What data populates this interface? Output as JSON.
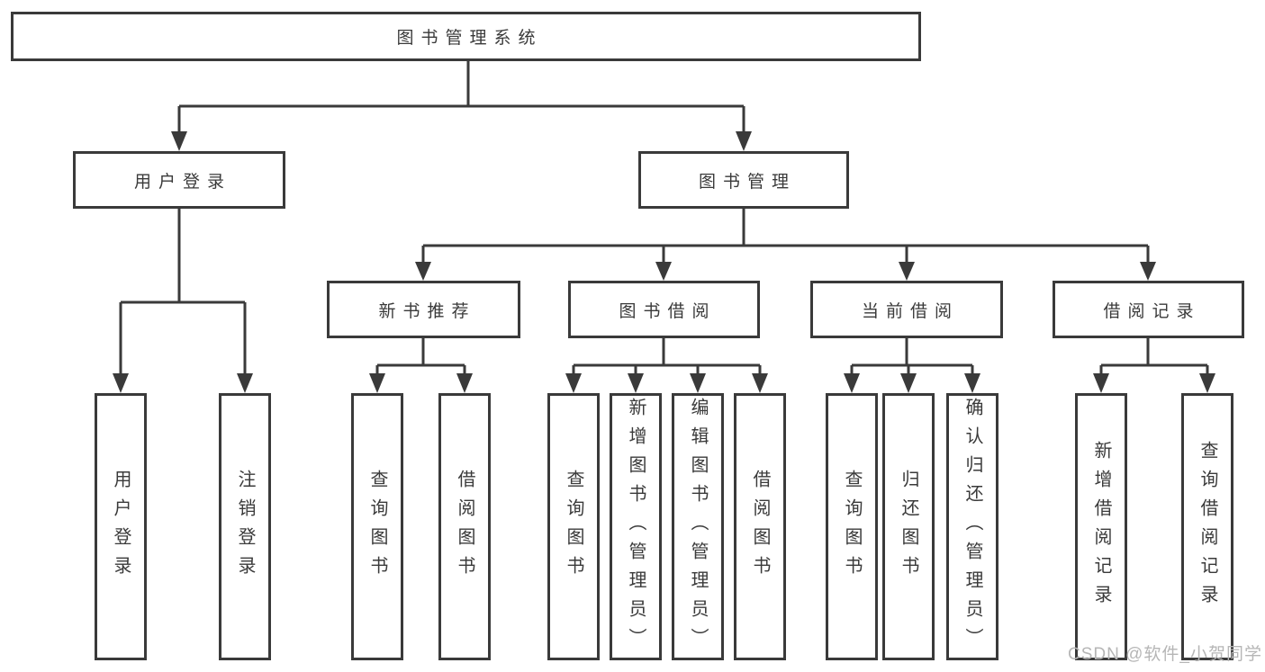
{
  "diagram": {
    "root": {
      "label": "图书管理系统",
      "children": [
        {
          "label": "用户登录",
          "children": [
            {
              "label": "用户登录"
            },
            {
              "label": "注销登录"
            }
          ]
        },
        {
          "label": "图书管理",
          "children": [
            {
              "label": "新书推荐",
              "children": [
                {
                  "label": "查询图书"
                },
                {
                  "label": "借阅图书"
                }
              ]
            },
            {
              "label": "图书借阅",
              "children": [
                {
                  "label": "查询图书"
                },
                {
                  "label": "新增图书（管理员）"
                },
                {
                  "label": "编辑图书（管理员）"
                },
                {
                  "label": "借阅图书"
                }
              ]
            },
            {
              "label": "当前借阅",
              "children": [
                {
                  "label": "查询图书"
                },
                {
                  "label": "归还图书"
                },
                {
                  "label": "确认归还（管理员）"
                }
              ]
            },
            {
              "label": "借阅记录",
              "children": [
                {
                  "label": "新增借阅记录"
                },
                {
                  "label": "查询借阅记录"
                }
              ]
            }
          ]
        }
      ]
    }
  },
  "watermark": {
    "text": "CSDN @软件_小贺同学"
  },
  "colors": {
    "line": "#3a3a3a",
    "text": "#3a3a3a",
    "watermark": "#b6b6b6",
    "background": "#ffffff"
  }
}
